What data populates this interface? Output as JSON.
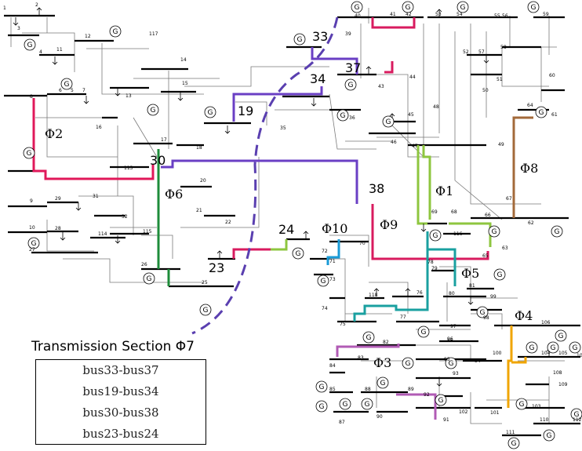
{
  "legend": {
    "title": "Transmission Section Φ7",
    "rows": [
      "bus33-bus37",
      "bus19-bus34",
      "bus30-bus38",
      "bus23-bus24"
    ]
  },
  "section_labels": {
    "phi1": "Φ1",
    "phi2": "Φ2",
    "phi3": "Φ3",
    "phi4": "Φ4",
    "phi5": "Φ5",
    "phi6": "Φ6",
    "phi8": "Φ8",
    "phi9": "Φ9",
    "phi10": "Φ10"
  },
  "bus_labels": {
    "b33": "33",
    "b37": "37",
    "b34": "34",
    "b19": "19",
    "b30": "30",
    "b38": "38",
    "b24": "24",
    "b23": "23"
  },
  "generator_symbol": "G",
  "colors": {
    "section_phi7": "#6a3fc4",
    "phi1": "#8ec63f",
    "phi2": "#e0185a",
    "phi3": "#b15bb5",
    "phi4": "#f0a500",
    "phi5": "#1aa0a0",
    "phi6": "#1e8c3a",
    "phi8": "#a36a3a",
    "phi9": "#d81b5f",
    "phi10": "#1a9bd7",
    "cut_line": "#5a3fb0"
  },
  "small_bus_numbers": [
    "1",
    "2",
    "3",
    "4",
    "5",
    "6",
    "7",
    "8",
    "9",
    "10",
    "11",
    "12",
    "13",
    "14",
    "15",
    "16",
    "17",
    "18",
    "20",
    "21",
    "22",
    "25",
    "26",
    "27",
    "28",
    "29",
    "31",
    "32",
    "35",
    "36",
    "39",
    "40",
    "41",
    "42",
    "43",
    "44",
    "45",
    "46",
    "47",
    "48",
    "49",
    "50",
    "51",
    "52",
    "53",
    "54",
    "55",
    "56",
    "57",
    "58",
    "59",
    "60",
    "61",
    "62",
    "63",
    "64",
    "65",
    "66",
    "67",
    "68",
    "69",
    "70",
    "71",
    "72",
    "73",
    "74",
    "75",
    "76",
    "77",
    "78",
    "79",
    "80",
    "81",
    "82",
    "83",
    "84",
    "85",
    "86",
    "87",
    "88",
    "89",
    "90",
    "91",
    "92",
    "93",
    "94",
    "95",
    "96",
    "97",
    "98",
    "99",
    "100",
    "101",
    "102",
    "103",
    "104",
    "105",
    "106",
    "107",
    "108",
    "109",
    "110",
    "111",
    "112",
    "113",
    "114",
    "115",
    "116",
    "117",
    "118"
  ]
}
